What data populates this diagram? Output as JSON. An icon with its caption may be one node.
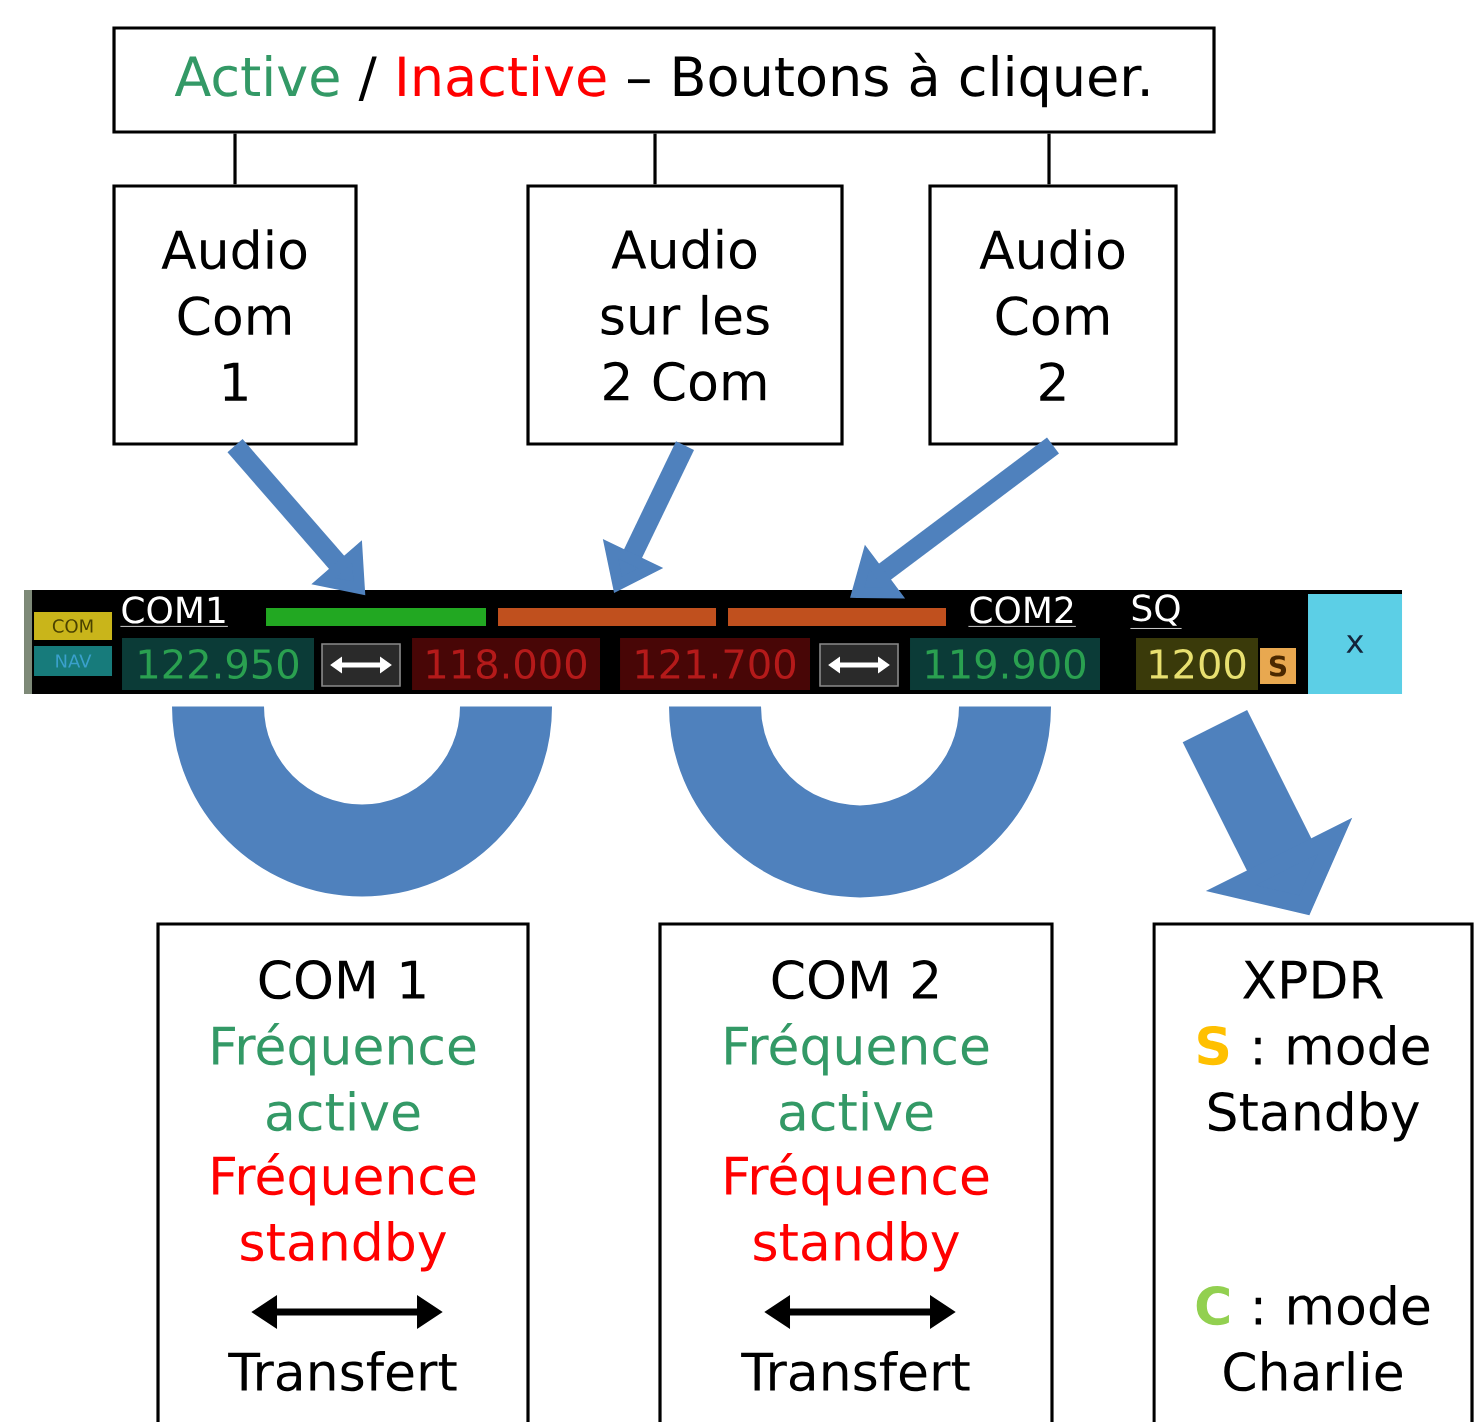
{
  "diagram": {
    "nodes": [
      {
        "text": [
          "Active",
          "/",
          "Inactive",
          "– Boutons à cliquer."
        ]
      },
      {
        "text": [
          "Audio Com 1"
        ]
      },
      {
        "text": [
          "Audio sur les 2 Com"
        ]
      },
      {
        "text": [
          "Audio Com 2"
        ]
      },
      {
        "text": [
          "COM1",
          "COM2",
          "SQ"
        ]
      },
      {
        "text": [
          "COM"
        ],
        "in": 4
      },
      {
        "text": [
          "NAV"
        ],
        "in": 4
      },
      {
        "text": [],
        "shape": "bar",
        "in": 4
      },
      {
        "text": [],
        "shape": "bar",
        "in": 4
      },
      {
        "text": [],
        "shape": "bar",
        "in": 4
      },
      {
        "text": [
          "122.950"
        ],
        "in": 4
      },
      {
        "text": [
          "118.000"
        ],
        "in": 4
      },
      {
        "text": [
          "121.700"
        ],
        "in": 4
      },
      {
        "text": [
          "119.900"
        ],
        "in": 4
      },
      {
        "text": [
          "1200"
        ],
        "in": 4
      },
      {
        "text": [
          "S"
        ],
        "in": 4
      },
      {
        "text": [
          "x"
        ],
        "in": 4
      },
      {
        "text": [
          "COM 1",
          "Fréquence active",
          "Fréquence standby",
          "Transfert"
        ]
      },
      {
        "text": [
          "COM 2",
          "Fréquence active",
          "Fréquence standby",
          "Transfert"
        ]
      },
      {
        "text": [
          "XPDR",
          "S",
          ": mode Standby",
          "C",
          ": mode Charlie"
        ]
      }
    ],
    "edges": [
      {
        "from": 0,
        "to": 1,
        "arrow": "none",
        "color": "#000000"
      },
      {
        "from": 0,
        "to": 2,
        "arrow": "none",
        "color": "#000000"
      },
      {
        "from": 0,
        "to": 3,
        "arrow": "none",
        "color": "#000000"
      },
      {
        "from": 1,
        "to": 7,
        "arrow": "to"
      },
      {
        "from": 2,
        "to": 8,
        "arrow": "to"
      },
      {
        "from": 3,
        "to": 9,
        "arrow": "to"
      },
      {
        "from": 10,
        "to": 11,
        "arrow": "none",
        "style": "thick"
      },
      {
        "from": 12,
        "to": 13,
        "arrow": "none",
        "style": "thick"
      },
      {
        "from": 14,
        "to": 19,
        "arrow": "to",
        "style": "thick"
      }
    ]
  }
}
